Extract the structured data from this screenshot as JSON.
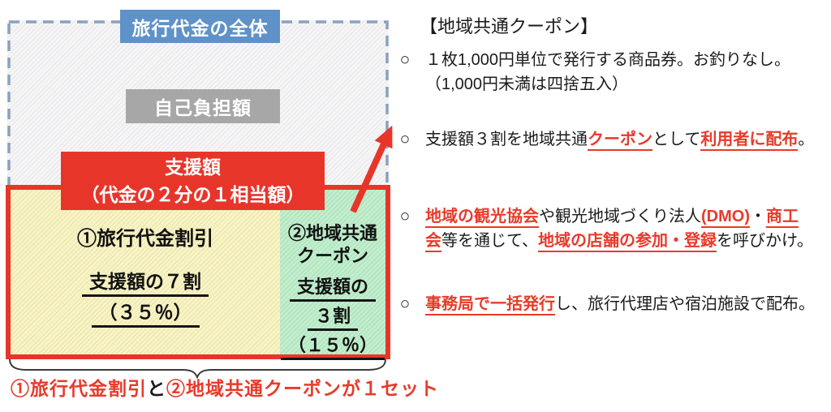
{
  "colors": {
    "red": "#e8352a",
    "red_text": "#e83a2b",
    "blue": "#5e92c8",
    "gray": "#a7a7a7",
    "dash": "#8aa2bc",
    "text": "#1b1b1b",
    "brace": "#3a3a3a"
  },
  "diagram": {
    "total_label": "旅行代金の全体",
    "self_pay_label": "自己負担額",
    "subsidy_label_line1": "支援額",
    "subsidy_label_line2": "（代金の２分の１相当額）",
    "discount": {
      "title": "①旅行代金割引",
      "sub1": "支援額の７割",
      "sub2": "（３５％）"
    },
    "coupon": {
      "title_line1": "②地域共通",
      "title_line2": "クーポン",
      "sub1": "支援額の",
      "sub2": "３割",
      "sub3": "（１５％）"
    },
    "caption": [
      {
        "text": "①旅行代金割引",
        "style": "redplain"
      },
      {
        "text": "と",
        "style": "black"
      },
      {
        "text": "②地域共通クーポンが１セット",
        "style": "redplain"
      }
    ]
  },
  "panel": {
    "heading": "【地域共通クーポン】",
    "bullets": [
      {
        "marker": "○",
        "lines": [
          [
            {
              "text": "１枚1,000円単位で発行する商品券。お釣りなし。",
              "style": "black"
            }
          ],
          [
            {
              "text": "（1,000円未満は四捨五入）",
              "style": "black"
            }
          ]
        ]
      },
      {
        "marker": "○",
        "lines": [
          [
            {
              "text": "支援額３割を地域共通",
              "style": "black"
            },
            {
              "text": "クーポン",
              "style": "red"
            },
            {
              "text": "として",
              "style": "black"
            },
            {
              "text": "利用者に配布",
              "style": "red"
            },
            {
              "text": "。",
              "style": "black"
            }
          ]
        ]
      },
      {
        "marker": "○",
        "lines": [
          [
            {
              "text": "地域の観光協会",
              "style": "red"
            },
            {
              "text": "や観光地域づくり法人",
              "style": "black"
            },
            {
              "text": "(DMO)",
              "style": "red"
            },
            {
              "text": "・",
              "style": "black"
            },
            {
              "text": "商工",
              "style": "red"
            }
          ],
          [
            {
              "text": "会",
              "style": "red"
            },
            {
              "text": "等を通じて、",
              "style": "black"
            },
            {
              "text": "地域の店舗の参加・登録",
              "style": "red"
            },
            {
              "text": "を呼びかけ。",
              "style": "black"
            }
          ]
        ]
      },
      {
        "marker": "○",
        "lines": [
          [
            {
              "text": "事務局で一括発行",
              "style": "red"
            },
            {
              "text": "し、旅行代理店や宿泊施設で配布。",
              "style": "black"
            }
          ]
        ]
      }
    ]
  }
}
